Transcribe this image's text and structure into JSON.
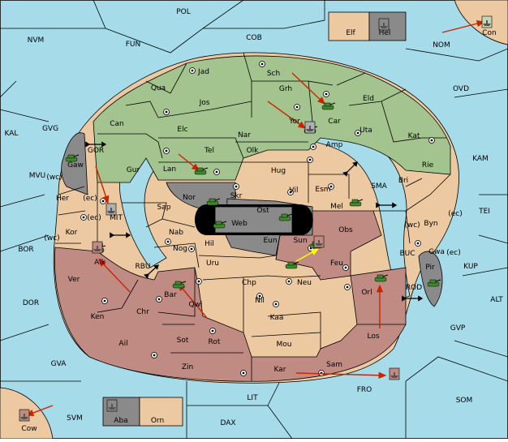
{
  "colors": {
    "sea": "#a6dbe9",
    "neutral": "#ecc9a1",
    "green_power": "#a3c48e",
    "red_power": "#c08b83",
    "grey_power": "#8a8a8a",
    "red_arrow": "#cc2200",
    "yellow_arrow": "#ffff00",
    "army_green": "#3f8a2a"
  },
  "sea_labels": [
    "POL",
    "NVM",
    "FUN",
    "COB",
    "NOM",
    "OVD",
    "KAL",
    "GVG",
    "KAM",
    "MVU",
    "TEI",
    "BOR",
    "KUP",
    "ALT",
    "DOR",
    "GVP",
    "SOM",
    "GVA",
    "FRO",
    "LIT",
    "SVM",
    "DAX",
    "MIT",
    "GOR",
    "SMA",
    "RBU",
    "BUC",
    "ROD"
  ],
  "land_labels": [
    "Jad",
    "Sch",
    "Qua",
    "Jos",
    "Grh",
    "Eld",
    "Can",
    "Car",
    "Yor",
    "Elc",
    "Nar",
    "Uta",
    "Kat",
    "Amp",
    "Gaw",
    "Tel",
    "Olk",
    "Gur",
    "Lan",
    "Hug",
    "Rie",
    "Bri",
    "Esm",
    "Vil",
    "Her",
    "Nor",
    "Skr",
    "Ost",
    "Mel",
    "Sap",
    "Web",
    "Byn",
    "Kor",
    "Nab",
    "Eun",
    "Obs",
    "Gwa",
    "Hil",
    "Sun",
    "Alk",
    "Nog",
    "Uru",
    "Feu",
    "Pir",
    "Ver",
    "Chp",
    "Neu",
    "Orl",
    "Bar",
    "Qwi",
    "Nil",
    "Ken",
    "Chr",
    "Kaa",
    "Ail",
    "Sot",
    "Rot",
    "Mou",
    "Los",
    "Zin",
    "Kar",
    "Sam",
    "Elf",
    "Hel",
    "Con",
    "Aba",
    "Orn",
    "Cow"
  ],
  "coast_labels": [
    "(wc)",
    "(ec)",
    "(ec)",
    "(wc)",
    "(wc)",
    "(ec)",
    "(ec)"
  ],
  "icons": [
    "army-icon",
    "fleet-icon",
    "supply-center-icon",
    "move-arrow-icon",
    "double-arrow-icon"
  ]
}
